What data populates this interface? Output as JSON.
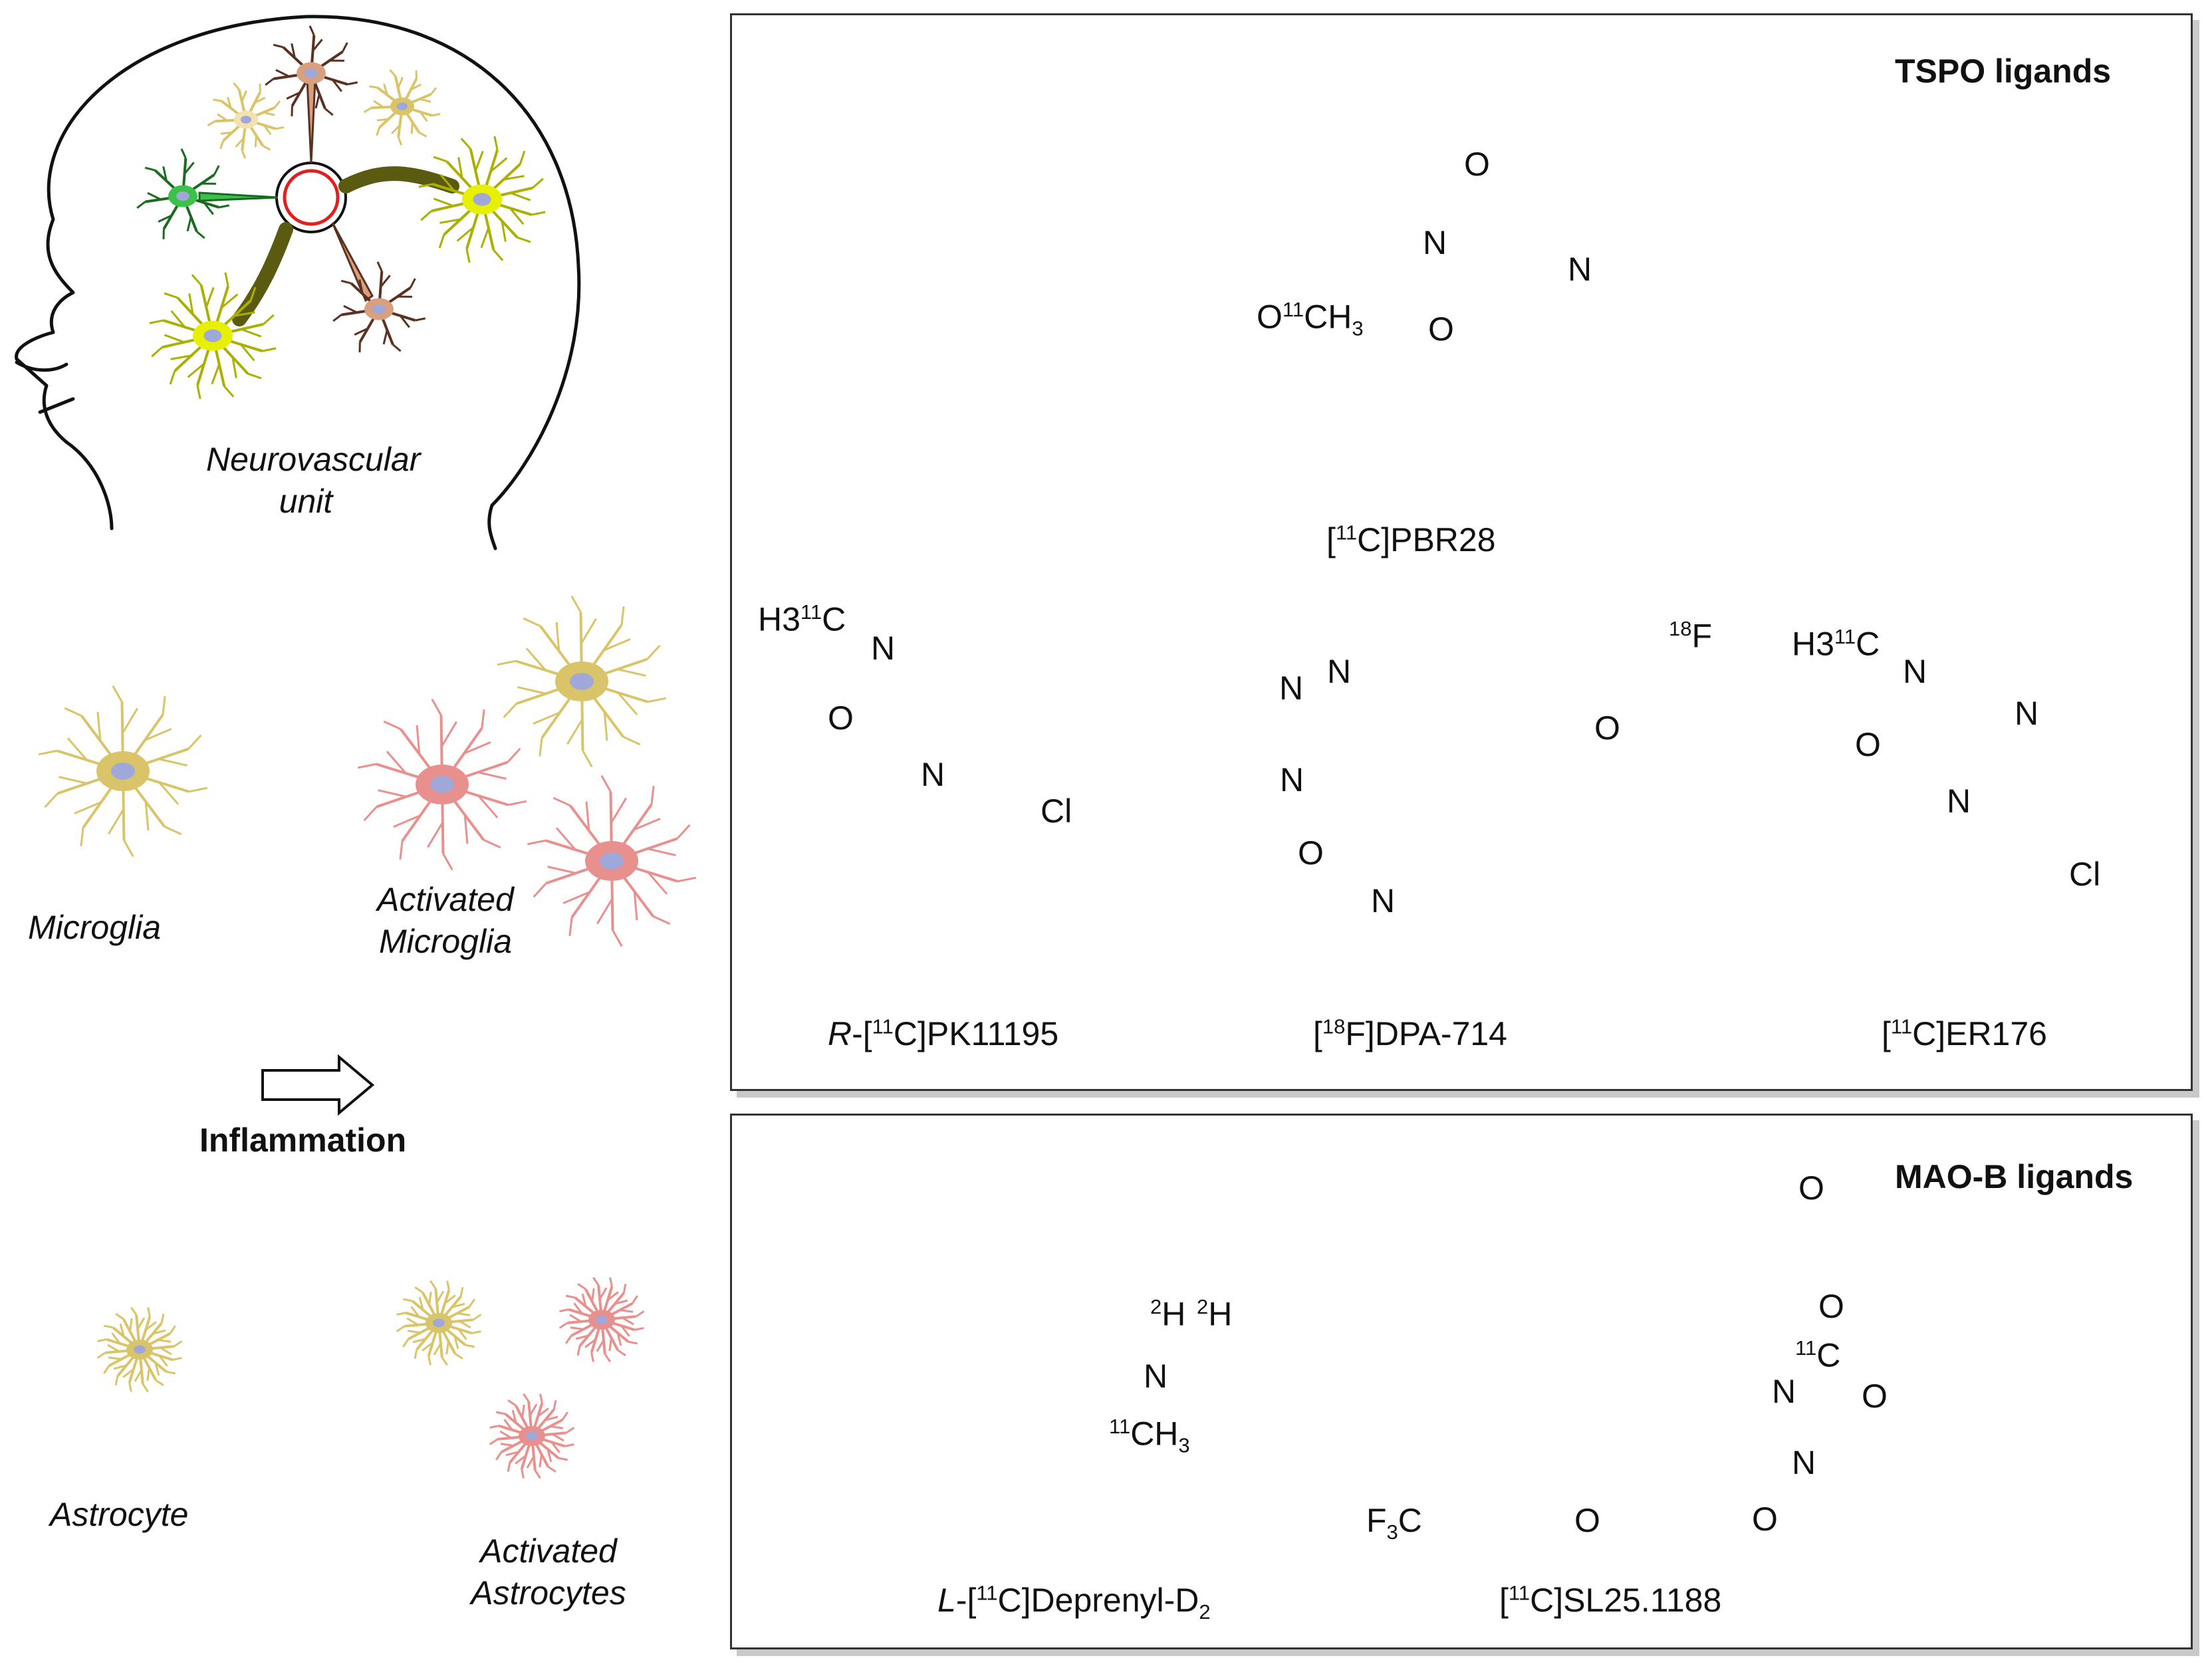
{
  "left": {
    "neurovascular_unit": "Neurovascular unit",
    "microglia": "Microglia",
    "activated_microglia": "Activated Microglia",
    "inflammation": "Inflammation",
    "astrocyte": "Astrocyte",
    "activated_astrocytes": "Activated Astrocytes"
  },
  "tspo": {
    "title": "TSPO ligands",
    "compounds": [
      {
        "name": "[11C]PBR28"
      },
      {
        "name": "R-[11C]PK11195"
      },
      {
        "name": "[18F]DPA-714"
      },
      {
        "name": "[11C]ER176"
      }
    ]
  },
  "maob": {
    "title": "MAO-B ligands",
    "compounds": [
      {
        "name": "L-[11C]Deprenyl-D2"
      },
      {
        "name": "[11C]SL25.1188"
      }
    ]
  },
  "atoms": {
    "O": "O",
    "N": "N",
    "Cl": "Cl",
    "F": "F",
    "C": "C",
    "H": "H",
    "CH": "CH",
    "H3": "H3",
    "CH3": "CH3",
    "F3C": "F3C",
    "sub3": "3",
    "iso11": "11",
    "iso18": "18",
    "iso2": "2"
  },
  "colors": {
    "cell_yellow": "#d9c46a",
    "cell_red": "#e8908e",
    "nucleus": "#9fa8d8",
    "neuron_brown": "#d8a07e",
    "neuron_green": "#3cc24a",
    "glia_yellow": "#e6f000",
    "vessel_red": "#e02020",
    "frame_shadow": "#c9c9c9"
  }
}
